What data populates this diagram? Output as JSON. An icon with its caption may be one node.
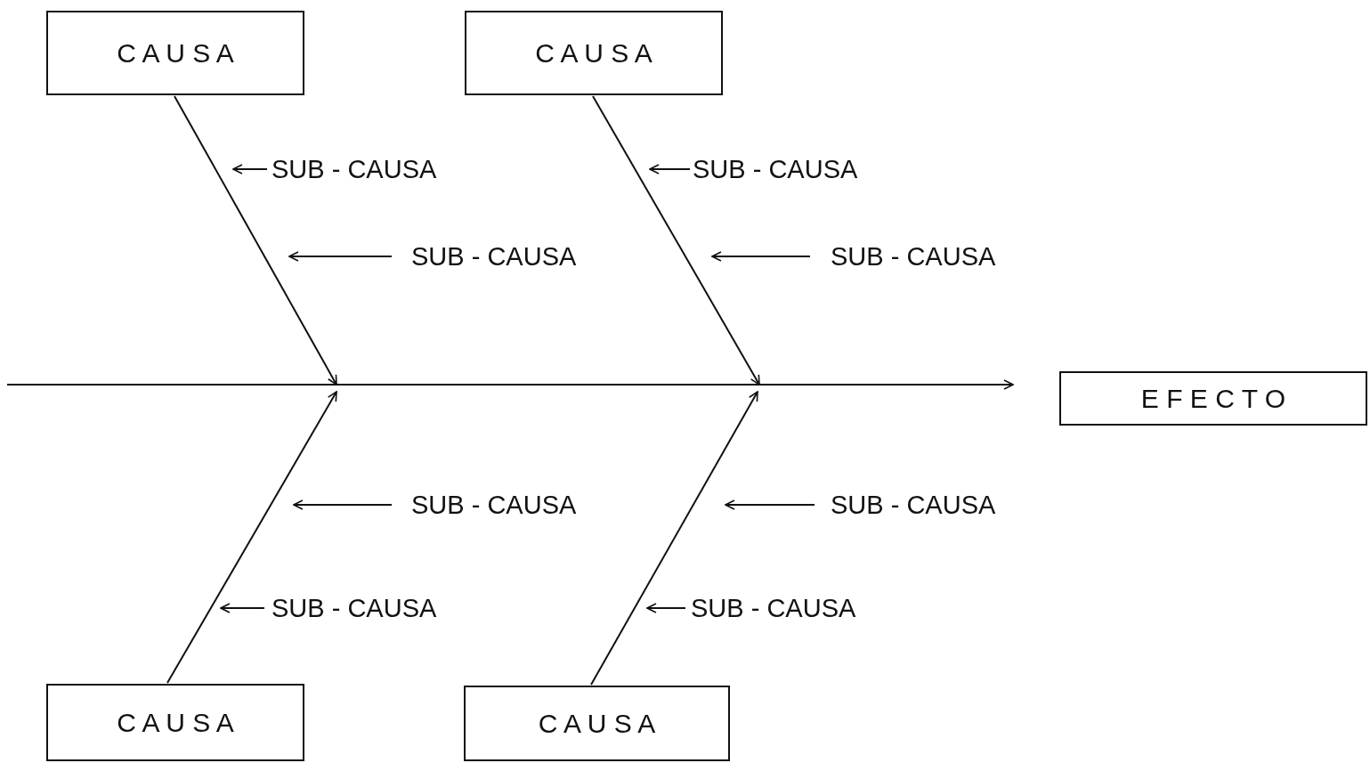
{
  "diagram": {
    "nodes": [
      {
        "text": [
          "C A U S A"
        ]
      },
      {
        "text": [
          "C A U S A"
        ]
      },
      {
        "text": [
          "SUB - CAUSA"
        ]
      },
      {
        "text": [
          "SUB - CAUSA"
        ]
      },
      {
        "text": [
          "SUB - CAUSA"
        ]
      },
      {
        "text": [
          "SUB - CAUSA"
        ]
      },
      {
        "text": [
          "E F E C T O"
        ]
      },
      {
        "text": [
          "SUB - CAUSA"
        ]
      },
      {
        "text": [
          "SUB - CAUSA"
        ]
      },
      {
        "text": [
          "SUB - CAUSA"
        ]
      },
      {
        "text": [
          "SUB - CAUSA"
        ]
      },
      {
        "text": [
          "C A U S A"
        ]
      },
      {
        "text": [
          "C A U S A"
        ]
      }
    ],
    "edges": [
      {
        "from": null,
        "to": 6,
        "arrow": "to"
      },
      {
        "from": 0,
        "to": null,
        "arrow": "to"
      },
      {
        "from": 1,
        "to": null,
        "arrow": "to"
      },
      {
        "from": 11,
        "to": null,
        "arrow": "to"
      },
      {
        "from": 12,
        "to": null,
        "arrow": "to"
      },
      {
        "from": 2,
        "to": null,
        "arrow": "to"
      },
      {
        "from": 3,
        "to": null,
        "arrow": "to"
      },
      {
        "from": 4,
        "to": null,
        "arrow": "to"
      },
      {
        "from": 5,
        "to": null,
        "arrow": "to"
      },
      {
        "from": 7,
        "to": null,
        "arrow": "to"
      },
      {
        "from": 8,
        "to": null,
        "arrow": "to"
      },
      {
        "from": 9,
        "to": null,
        "arrow": "to"
      },
      {
        "from": 10,
        "to": null,
        "arrow": "to"
      }
    ]
  }
}
